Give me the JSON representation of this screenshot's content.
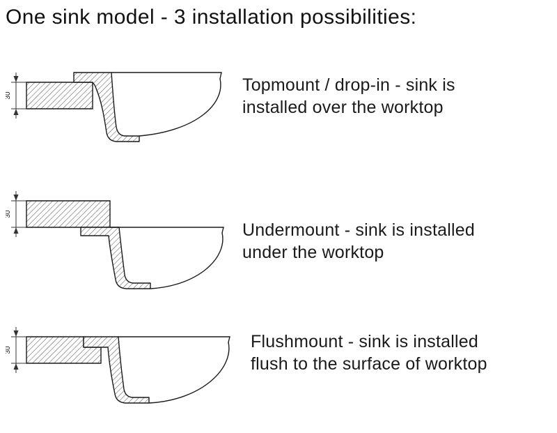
{
  "title": "One sink model - 3 installation possibilities:",
  "diagrams": [
    {
      "id": "topmount",
      "dimension_label": "30",
      "caption": "Topmount / drop-in - sink is\ninstalled over the worktop"
    },
    {
      "id": "undermount",
      "dimension_label": "30",
      "caption": "Undermount - sink is installed\nunder the worktop"
    },
    {
      "id": "flushmount",
      "dimension_label": "30",
      "caption": "Flushmount - sink is installed\nflush to the surface of worktop"
    }
  ],
  "colors": {
    "line": "#1a1a1a",
    "dimension": "#333333",
    "hatch": "#3a3a3a",
    "background": "#ffffff"
  }
}
